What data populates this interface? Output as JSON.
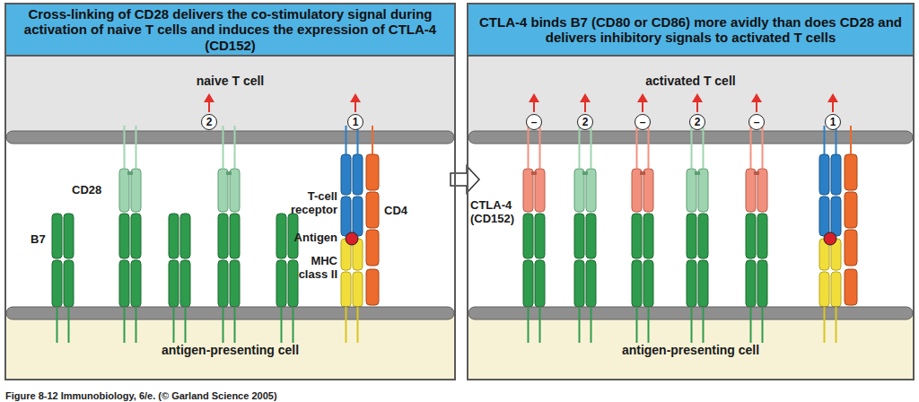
{
  "diagram": {
    "caption": "Figure 8-12 Immunobiology, 6/e. (© Garland Science 2005)",
    "nodes": [
      {
        "text": [
          "Cross-linking of CD28 delivers the co-stimulatory signal during activation of naive T cells and induces the expression of CTLA-4 (CD152)"
        ]
      },
      {
        "text": [
          "naive T cell"
        ],
        "in": 0
      },
      {
        "text": [
          "2"
        ],
        "in": 1
      },
      {
        "text": [
          "1"
        ],
        "in": 1
      },
      {
        "text": [
          "antigen-presenting cell"
        ],
        "in": 0
      },
      {
        "text": [
          "CTLA-4 binds B7 (CD80 or CD86) more avidly than does CD28 and delivers inhibitory signals to activated T cells"
        ]
      },
      {
        "text": [
          "activated T cell"
        ],
        "in": 5
      },
      {
        "text": [
          "–"
        ],
        "in": 6
      },
      {
        "text": [
          "2"
        ],
        "in": 6
      },
      {
        "text": [
          "–"
        ],
        "in": 6
      },
      {
        "text": [
          "2"
        ],
        "in": 6
      },
      {
        "text": [
          "–"
        ],
        "in": 6
      },
      {
        "text": [
          "1"
        ],
        "in": 6
      },
      {
        "text": [
          "antigen-presenting cell"
        ],
        "in": 5
      }
    ],
    "edges": [
      {
        "from": 0,
        "to": 5,
        "arrow": "to"
      }
    ],
    "labels": [
      "CD28",
      "B7",
      "T-cell receptor",
      "CD4",
      "Antigen",
      "MHC class II",
      "CTLA-4 (CD152)"
    ]
  }
}
